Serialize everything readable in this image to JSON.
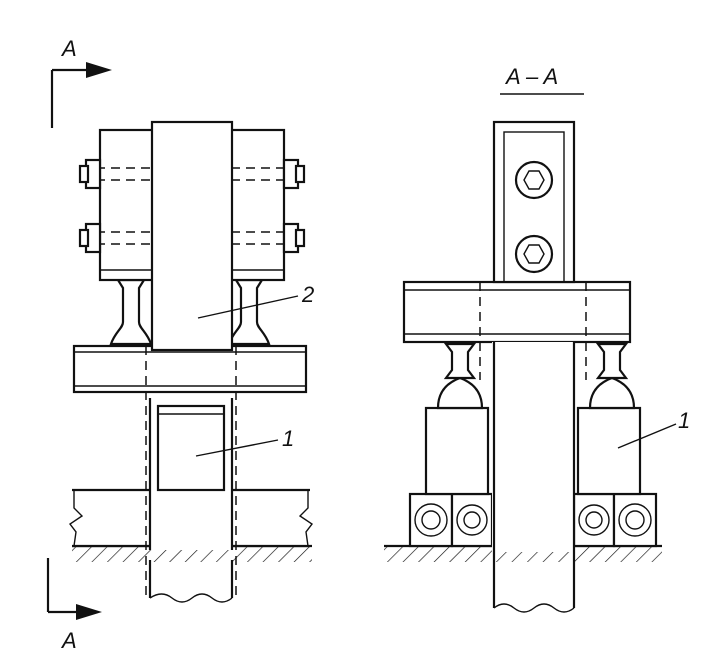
{
  "labels": {
    "section_top": "A",
    "section_bottom": "A",
    "section_title": "A – A",
    "num_pile_left": "1",
    "num_beam": "2",
    "num_pile_right": "1"
  }
}
